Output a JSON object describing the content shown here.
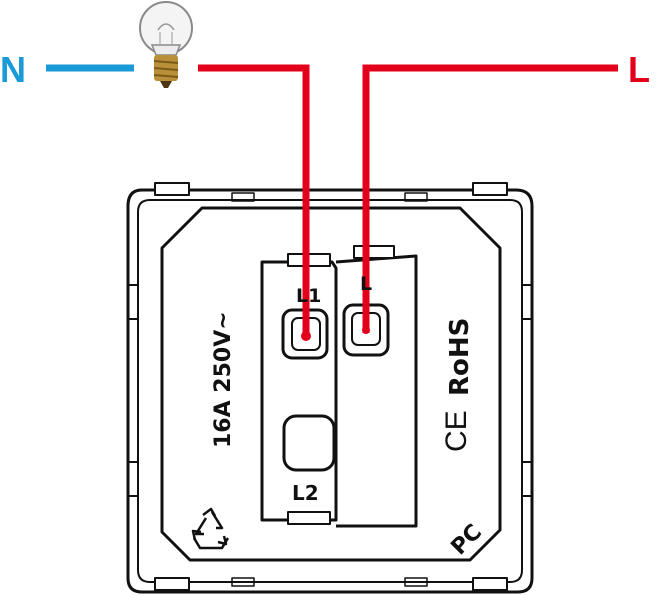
{
  "wires": {
    "neutral_label": "N",
    "live_label": "L",
    "neutral_color": "#1a9ad6",
    "live_color": "#e2001a"
  },
  "terminals": {
    "l1": "L1",
    "l": "L",
    "l2": "L2"
  },
  "rating": "16A 250V~",
  "marks": {
    "ce": "CE",
    "rohs": "RoHS",
    "pc": "PC"
  },
  "icons": {
    "lamp": "light-bulb-icon",
    "recycle": "recycle-icon"
  }
}
